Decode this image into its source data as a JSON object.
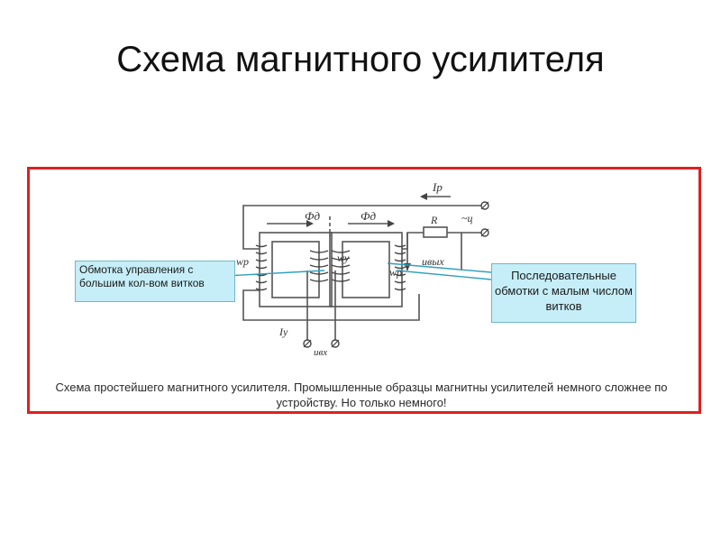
{
  "slide": {
    "title": "Схема магнитного усилителя"
  },
  "callouts": {
    "left": "Обмотка управления с большим кол-вом витков",
    "right": "Последовательные обмотки с малым числом витков"
  },
  "caption": "Схема простейшего магнитного усилителя. Промышленные образцы магнитны усилителей немного сложнее по устройству. Но только немного!",
  "labels": {
    "current_p": "Iр",
    "flux_left": "Фд",
    "flux_right": "Фд",
    "resistor": "R",
    "ac_source": "~ц",
    "winding_left": "wр",
    "winding_center": "wу",
    "winding_right": "wр",
    "output_voltage": "uвых",
    "control_current": "Iу",
    "input_voltage": "uвх"
  },
  "colors": {
    "frame_border": "#e02020",
    "callout_fill": "#c6eef8",
    "callout_line": "#2f9fbf"
  }
}
